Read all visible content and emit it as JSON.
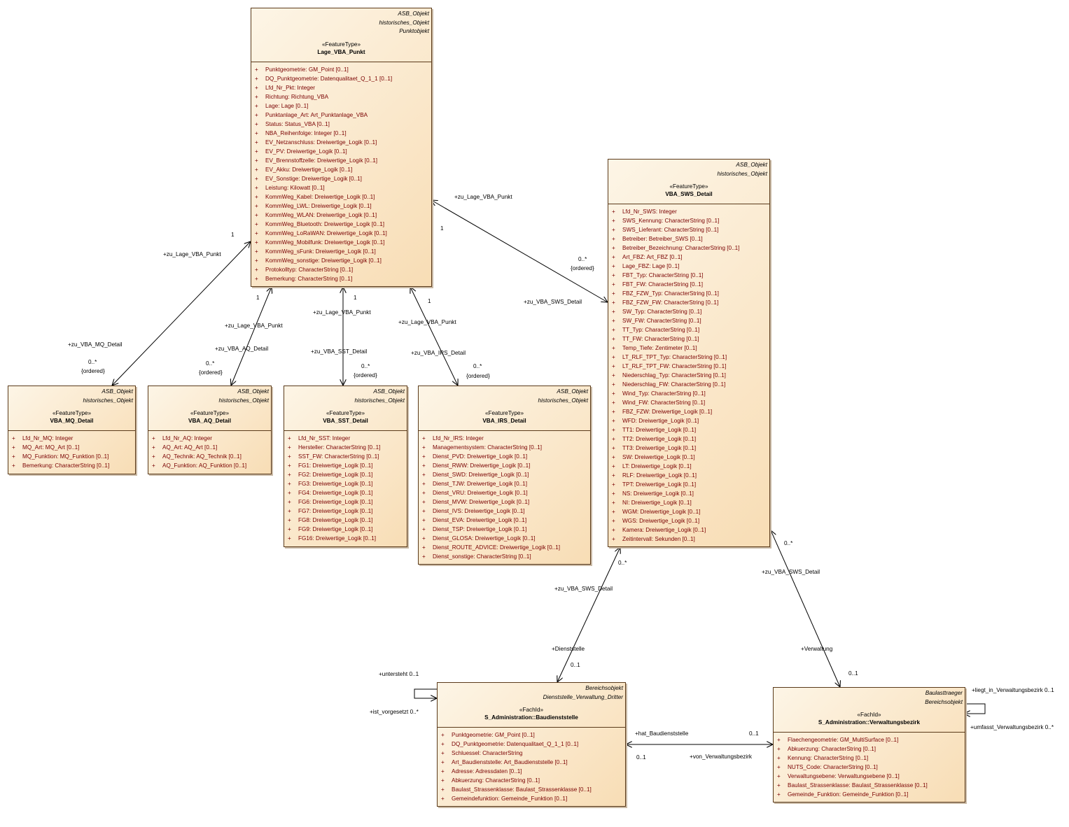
{
  "classes": {
    "lage": {
      "tags": [
        "ASB_Objekt",
        "historisches_Objekt",
        "Punktobjekt"
      ],
      "stereotype": "«FeatureType»",
      "name": "Lage_VBA_Punkt",
      "attributes": [
        {
          "vis": "+",
          "text": "Punktgeometrie: GM_Point [0..1]"
        },
        {
          "vis": "+",
          "text": "DQ_Punktgeometrie: Datenqualitaet_Q_1_1 [0..1]"
        },
        {
          "vis": "+",
          "text": "Lfd_Nr_Pkt: Integer"
        },
        {
          "vis": "+",
          "text": "Richtung: Richtung_VBA"
        },
        {
          "vis": "+",
          "text": "Lage: Lage [0..1]"
        },
        {
          "vis": "+",
          "text": "Punktanlage_Art: Art_Punktanlage_VBA"
        },
        {
          "vis": "+",
          "text": "Status: Status_VBA [0..1]"
        },
        {
          "vis": "+",
          "text": "NBA_Reihenfolge: Integer [0..1]"
        },
        {
          "vis": "+",
          "text": "EV_Netzanschluss: Dreiwertige_Logik [0..1]"
        },
        {
          "vis": "+",
          "text": "EV_PV: Dreiwertige_Logik [0..1]"
        },
        {
          "vis": "+",
          "text": "EV_Brennstoffzelle: Dreiwertige_Logik [0..1]"
        },
        {
          "vis": "+",
          "text": "EV_Akku: Dreiwertige_Logik [0..1]"
        },
        {
          "vis": "+",
          "text": "EV_Sonstige: Dreiwertige_Logik [0..1]"
        },
        {
          "vis": "+",
          "text": "Leistung: Kilowatt [0..1]"
        },
        {
          "vis": "+",
          "text": "KommWeg_Kabel: Dreiwertige_Logik [0..1]"
        },
        {
          "vis": "+",
          "text": "KommWeg_LWL: Dreiwertige_Logik [0..1]"
        },
        {
          "vis": "+",
          "text": "KommWeg_WLAN: Dreiwertige_Logik [0..1]"
        },
        {
          "vis": "+",
          "text": "KommWeg_Bluetooth: Dreiwertige_Logik [0..1]"
        },
        {
          "vis": "+",
          "text": "KommWeg_LoRaWAN: Dreiwertige_Logik [0..1]"
        },
        {
          "vis": "+",
          "text": "KommWeg_Mobilfunk: Dreiwertige_Logik [0..1]"
        },
        {
          "vis": "+",
          "text": "KommWeg_sFunk: Dreiwertige_Logik [0..1]"
        },
        {
          "vis": "+",
          "text": "KommWeg_sonstige: Dreiwertige_Logik [0..1]"
        },
        {
          "vis": "+",
          "text": "Protokolltyp: CharacterString [0..1]"
        },
        {
          "vis": "+",
          "text": "Bemerkung: CharacterString [0..1]"
        }
      ]
    },
    "sws": {
      "tags": [
        "ASB_Objekt",
        "historisches_Objekt"
      ],
      "stereotype": "«FeatureType»",
      "name": "VBA_SWS_Detail",
      "attributes": [
        {
          "vis": "+",
          "text": "Lfd_Nr_SWS: Integer"
        },
        {
          "vis": "+",
          "text": "SWS_Kennung: CharacterString [0..1]"
        },
        {
          "vis": "+",
          "text": "SWS_Lieferant: CharacterString [0..1]"
        },
        {
          "vis": "+",
          "text": "Betreiber: Betreiber_SWS [0..1]"
        },
        {
          "vis": "+",
          "text": "Betreiber_Bezeichnung: CharacterString [0..1]"
        },
        {
          "vis": "+",
          "text": "Art_FBZ: Art_FBZ [0..1]"
        },
        {
          "vis": "+",
          "text": "Lage_FBZ: Lage [0..1]"
        },
        {
          "vis": "+",
          "text": "FBT_Typ: CharacterString [0..1]"
        },
        {
          "vis": "+",
          "text": "FBT_FW: CharacterString [0..1]"
        },
        {
          "vis": "+",
          "text": "FBZ_FZW_Typ: CharacterString [0..1]"
        },
        {
          "vis": "+",
          "text": "FBZ_FZW_FW: CharacterString [0..1]"
        },
        {
          "vis": "+",
          "text": "SW_Typ: CharacterString [0..1]"
        },
        {
          "vis": "+",
          "text": "SW_FW: CharacterString [0..1]"
        },
        {
          "vis": "+",
          "text": "TT_Typ: CharacterString [0..1]"
        },
        {
          "vis": "+",
          "text": "TT_FW: CharacterString [0..1]"
        },
        {
          "vis": "+",
          "text": "Temp_Tiefe: Zentimeter [0..1]"
        },
        {
          "vis": "+",
          "text": "LT_RLF_TPT_Typ: CharacterString [0..1]"
        },
        {
          "vis": "+",
          "text": "LT_RLF_TPT_FW: CharacterString [0..1]"
        },
        {
          "vis": "+",
          "text": "Niederschlag_Typ: CharacterString [0..1]"
        },
        {
          "vis": "+",
          "text": "Niederschlag_FW: CharacterString [0..1]"
        },
        {
          "vis": "+",
          "text": "Wind_Typ: CharacterString [0..1]"
        },
        {
          "vis": "+",
          "text": "Wind_FW: CharacterString [0..1]"
        },
        {
          "vis": "+",
          "text": "FBZ_FZW: Dreiwertige_Logik [0..1]"
        },
        {
          "vis": "+",
          "text": "WFD: Dreiwertige_Logik [0..1]"
        },
        {
          "vis": "+",
          "text": "TT1: Dreiwertige_Logik [0..1]"
        },
        {
          "vis": "+",
          "text": "TT2: Dreiwertige_Logik [0..1]"
        },
        {
          "vis": "+",
          "text": "TT3: Dreiwertige_Logik [0..1]"
        },
        {
          "vis": "+",
          "text": "SW: Dreiwertige_Logik [0..1]"
        },
        {
          "vis": "+",
          "text": "LT: Dreiwertige_Logik [0..1]"
        },
        {
          "vis": "+",
          "text": "RLF: Dreiwertige_Logik [0..1]"
        },
        {
          "vis": "+",
          "text": "TPT: Dreiwertige_Logik [0..1]"
        },
        {
          "vis": "+",
          "text": "NS: Dreiwertige_Logik [0..1]"
        },
        {
          "vis": "+",
          "text": "NI: Dreiwertige_Logik [0..1]"
        },
        {
          "vis": "+",
          "text": "WGM: Dreiwertige_Logik [0..1]"
        },
        {
          "vis": "+",
          "text": "WGS: Dreiwertige_Logik [0..1]"
        },
        {
          "vis": "+",
          "text": "Kamera: Dreiwertige_Logik [0..1]"
        },
        {
          "vis": "+",
          "text": "Zeitintervall: Sekunden [0..1]"
        }
      ]
    },
    "mq": {
      "tags": [
        "ASB_Objekt",
        "historisches_Objekt"
      ],
      "stereotype": "«FeatureType»",
      "name": "VBA_MQ_Detail",
      "attributes": [
        {
          "vis": "+",
          "text": "Lfd_Nr_MQ: Integer"
        },
        {
          "vis": "+",
          "text": "MQ_Art: MQ_Art [0..1]"
        },
        {
          "vis": "+",
          "text": "MQ_Funktion: MQ_Funktion [0..1]"
        },
        {
          "vis": "+",
          "text": "Bemerkung: CharacterString [0..1]"
        }
      ]
    },
    "aq": {
      "tags": [
        "ASB_Objekt",
        "historisches_Objekt"
      ],
      "stereotype": "«FeatureType»",
      "name": "VBA_AQ_Detail",
      "attributes": [
        {
          "vis": "+",
          "text": "Lfd_Nr_AQ: Integer"
        },
        {
          "vis": "+",
          "text": "AQ_Art: AQ_Art [0..1]"
        },
        {
          "vis": "+",
          "text": "AQ_Technik: AQ_Technik [0..1]"
        },
        {
          "vis": "+",
          "text": "AQ_Funktion: AQ_Funktion [0..1]"
        }
      ]
    },
    "sst": {
      "tags": [
        "ASB_Objekt",
        "historisches_Objekt"
      ],
      "stereotype": "«FeatureType»",
      "name": "VBA_SST_Detail",
      "attributes": [
        {
          "vis": "+",
          "text": "Lfd_Nr_SST: Integer"
        },
        {
          "vis": "+",
          "text": "Hersteller: CharacterString [0..1]"
        },
        {
          "vis": "+",
          "text": "SST_FW: CharacterString [0..1]"
        },
        {
          "vis": "+",
          "text": "FG1: Dreiwertige_Logik [0..1]"
        },
        {
          "vis": "+",
          "text": "FG2: Dreiwertige_Logik [0..1]"
        },
        {
          "vis": "+",
          "text": "FG3: Dreiwertige_Logik [0..1]"
        },
        {
          "vis": "+",
          "text": "FG4: Dreiwertige_Logik [0..1]"
        },
        {
          "vis": "+",
          "text": "FG6: Dreiwertige_Logik [0..1]"
        },
        {
          "vis": "+",
          "text": "FG7: Dreiwertige_Logik [0..1]"
        },
        {
          "vis": "+",
          "text": "FG8: Dreiwertige_Logik [0..1]"
        },
        {
          "vis": "+",
          "text": "FG9: Dreiwertige_Logik [0..1]"
        },
        {
          "vis": "+",
          "text": "FG16: Dreiwertige_Logik [0..1]"
        }
      ]
    },
    "irs": {
      "tags": [
        "ASB_Objekt",
        "historisches_Objekt"
      ],
      "stereotype": "«FeatureType»",
      "name": "VBA_IRS_Detail",
      "attributes": [
        {
          "vis": "+",
          "text": "Lfd_Nr_IRS: Integer"
        },
        {
          "vis": "+",
          "text": "Managementsystem: CharacterString [0..1]"
        },
        {
          "vis": "+",
          "text": "Dienst_PVD: Dreiwertige_Logik [0..1]"
        },
        {
          "vis": "+",
          "text": "Dienst_RWW: Dreiwertige_Logik [0..1]"
        },
        {
          "vis": "+",
          "text": "Dienst_SWD: Dreiwertige_Logik [0..1]"
        },
        {
          "vis": "+",
          "text": "Dienst_TJW: Dreiwertige_Logik [0..1]"
        },
        {
          "vis": "+",
          "text": "Dienst_VRU: Dreiwertige_Logik [0..1]"
        },
        {
          "vis": "+",
          "text": "Dienst_MVW: Dreiwertige_Logik [0..1]"
        },
        {
          "vis": "+",
          "text": "Dienst_IVS: Dreiwertige_Logik [0..1]"
        },
        {
          "vis": "+",
          "text": "Dienst_EVA: Dreiwertige_Logik [0..1]"
        },
        {
          "vis": "+",
          "text": "Dienst_TSP: Dreiwertige_Logik [0..1]"
        },
        {
          "vis": "+",
          "text": "Dienst_GLOSA: Dreiwertige_Logik [0..1]"
        },
        {
          "vis": "+",
          "text": "Dienst_ROUTE_ADVICE: Dreiwertige_Logik [0..1]"
        },
        {
          "vis": "+",
          "text": "Dienst_sonstige: CharacterString [0..1]"
        }
      ]
    },
    "baud": {
      "tags": [
        "Bereichsobjekt",
        "Dienststelle_Verwaltung_Dritter"
      ],
      "stereotype": "«FachId»",
      "name": "S_Administration::Baudienststelle",
      "attributes": [
        {
          "vis": "+",
          "text": "Punktgeometrie: GM_Point [0..1]"
        },
        {
          "vis": "+",
          "text": "DQ_Punktgeometrie: Datenqualitaet_Q_1_1 [0..1]"
        },
        {
          "vis": "+",
          "text": "Schluessel: CharacterString"
        },
        {
          "vis": "+",
          "text": "Art_Baudienststelle: Art_Baudienststelle [0..1]"
        },
        {
          "vis": "+",
          "text": "Adresse: Adressdaten [0..1]"
        },
        {
          "vis": "+",
          "text": "Abkuerzung: CharacterString [0..1]"
        },
        {
          "vis": "+",
          "text": "Baulast_Strassenklasse: Baulast_Strassenklasse [0..1]"
        },
        {
          "vis": "+",
          "text": "Gemeindefunktion: Gemeinde_Funktion [0..1]"
        }
      ]
    },
    "verw": {
      "tags": [
        "Baulasttraeger",
        "Bereichsobjekt"
      ],
      "stereotype": "«FachId»",
      "name": "S_Administration::Verwaltungsbezirk",
      "attributes": [
        {
          "vis": "+",
          "text": "Flaechengeometrie: GM_MultiSurface [0..1]"
        },
        {
          "vis": "+",
          "text": "Abkuerzung: CharacterString [0..1]"
        },
        {
          "vis": "+",
          "text": "Kennung: CharacterString [0..1]"
        },
        {
          "vis": "+",
          "text": "NUTS_Code: CharacterString [0..1]"
        },
        {
          "vis": "+",
          "text": "Verwaltungsebene: Verwaltungsebene [0..1]"
        },
        {
          "vis": "+",
          "text": "Baulast_Strassenklasse: Baulast_Strassenklasse [0..1]"
        },
        {
          "vis": "+",
          "text": "Gemeinde_Funktion: Gemeinde_Funktion [0..1]"
        }
      ]
    }
  },
  "labels": {
    "mq_role_lage": "+zu_Lage_VBA_Punkt",
    "mq_mult_lage": "1",
    "mq_role_detail": "+zu_VBA_MQ_Detail",
    "mq_mult_detail": "0..*",
    "mq_ordered": "{ordered}",
    "aq_mult_lage": "1",
    "aq_role_lage": "+zu_Lage_VBA_Punkt",
    "aq_role_detail": "+zu_VBA_AQ_Detail",
    "aq_mult_detail": "0..*",
    "aq_ordered": "{ordered}",
    "sst_mult_lage": "1",
    "sst_role_lage": "+zu_Lage_VBA_Punkt",
    "sst_role_detail": "+zu_VBA_SST_Detail",
    "sst_mult_detail": "0..*",
    "sst_ordered": "{ordered}",
    "irs_mult_lage": "1",
    "irs_role_lage": "+zu_Lage_VBA_Punkt",
    "irs_role_detail": "+zu_VBA_IRS_Detail",
    "irs_mult_detail": "0..*",
    "irs_ordered": "{ordered}",
    "sws_role_lage": "+zu_Lage_VBA_Punkt",
    "sws_mult_lage": "1",
    "sws_mult_detail": "0..*",
    "sws_ordered": "{ordered}",
    "sws_role_detail": "+zu_VBA_SWS_Detail",
    "baud_mult_sws": "0..*",
    "baud_role_sws": "+zu_VBA_SWS_Detail",
    "baud_role_dienst": "+Dienststelle",
    "baud_mult_dienst": "0..1",
    "verw_mult_sws": "0..*",
    "verw_role_sws": "+zu_VBA_SWS_Detail",
    "verw_role_verw": "+Verwaltung",
    "verw_mult_verw": "0..1",
    "self_untersteht": "+untersteht 0..1",
    "self_vorgesetzt": "+ist_vorgesetzt 0..*",
    "hat_baud": "+hat_Baudienststelle",
    "hat_mult_right": "0..1",
    "hat_mult_left": "0..1",
    "von_verw": "+von_Verwaltungsbezirk",
    "self_liegt": "+liegt_in_Verwaltungsbezirk 0..1",
    "self_umfasst": "+umfasst_Verwaltungsbezirk 0..*"
  }
}
